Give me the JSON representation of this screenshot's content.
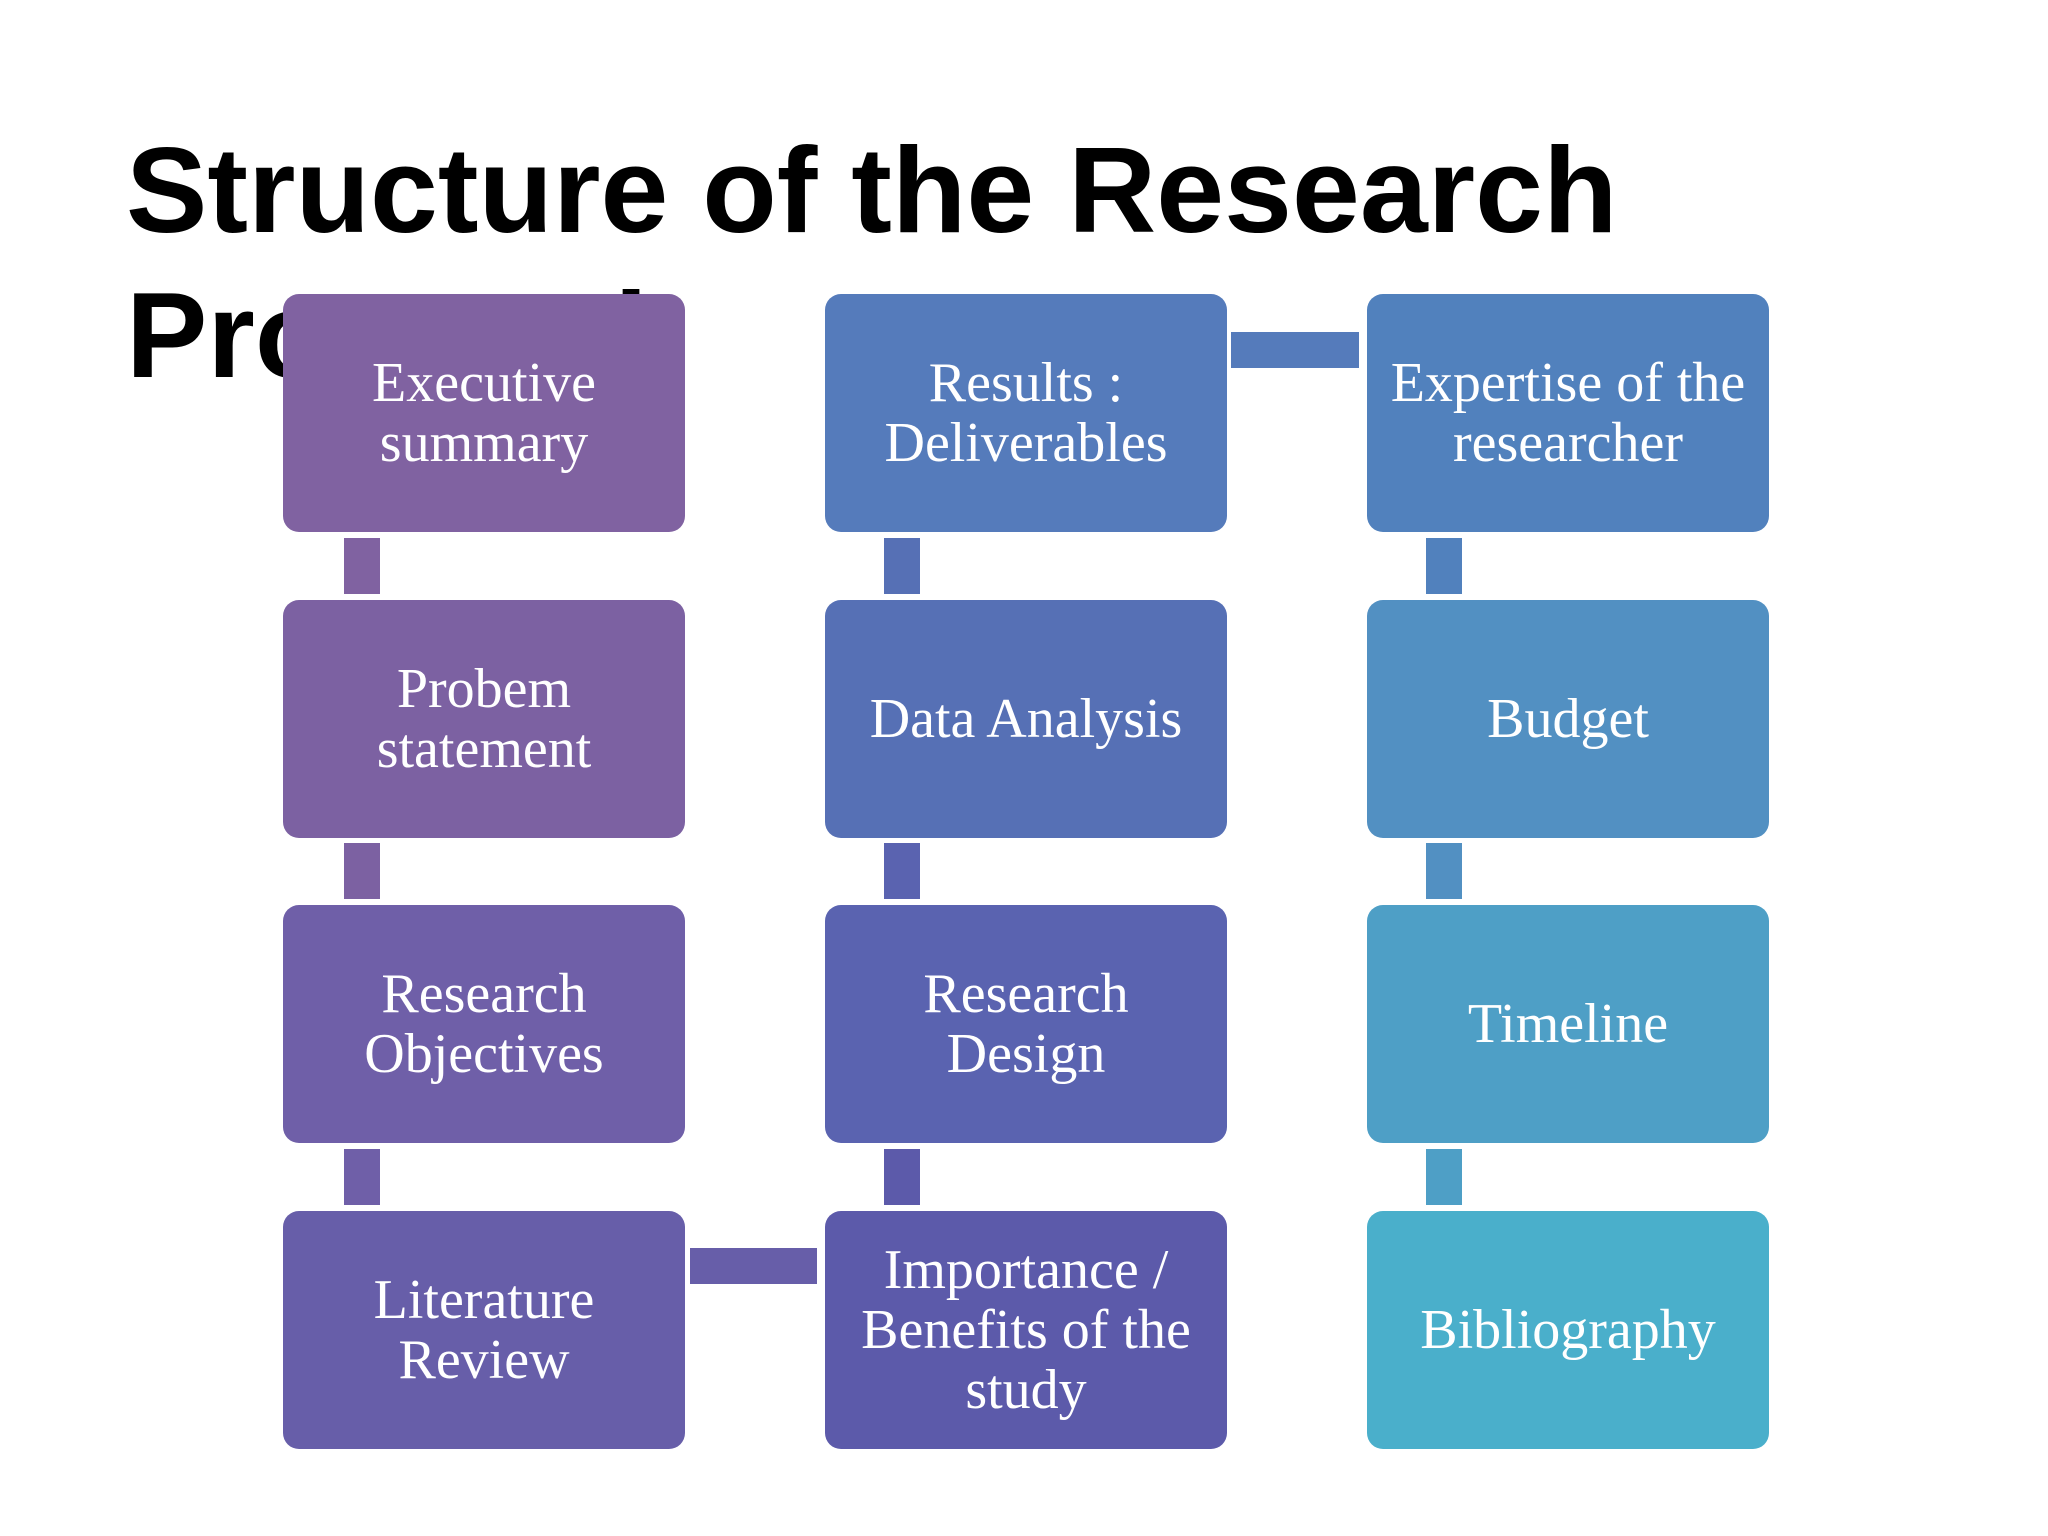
{
  "slide": {
    "title": "Structure of the Research Proposal"
  },
  "diagram": {
    "boxes": {
      "executive_summary": "Executive summary",
      "problem_statement": "Probem statement",
      "research_objectives": "Research Objectives",
      "literature_review": "Literature Review",
      "importance_benefits": "Importance / Benefits of the study",
      "research_design": "Research Design",
      "data_analysis": "Data Analysis",
      "results_deliverables": "Results : Deliverables",
      "expertise": "Expertise of the researcher",
      "budget": "Budget",
      "timeline": "Timeline",
      "bibliography": "Bibliography"
    },
    "flow_order": [
      "Executive summary",
      "Probem statement",
      "Research Objectives",
      "Literature Review",
      "Importance / Benefits of the study",
      "Research Design",
      "Data Analysis",
      "Results : Deliverables",
      "Expertise of the researcher",
      "Budget",
      "Timeline",
      "Bibliography"
    ],
    "colors": {
      "executive_summary": "#8062a1",
      "problem_statement": "#7c61a2",
      "research_objectives": "#6f5fa8",
      "literature_review": "#675ea9",
      "importance_benefits": "#5c5aaa",
      "research_design": "#5a63b0",
      "data_analysis": "#5670b5",
      "results_deliverables": "#557bbb",
      "expertise": "#5181bd",
      "budget": "#5290c2",
      "timeline": "#4e9fc6",
      "bibliography": "#4aafcb"
    }
  }
}
